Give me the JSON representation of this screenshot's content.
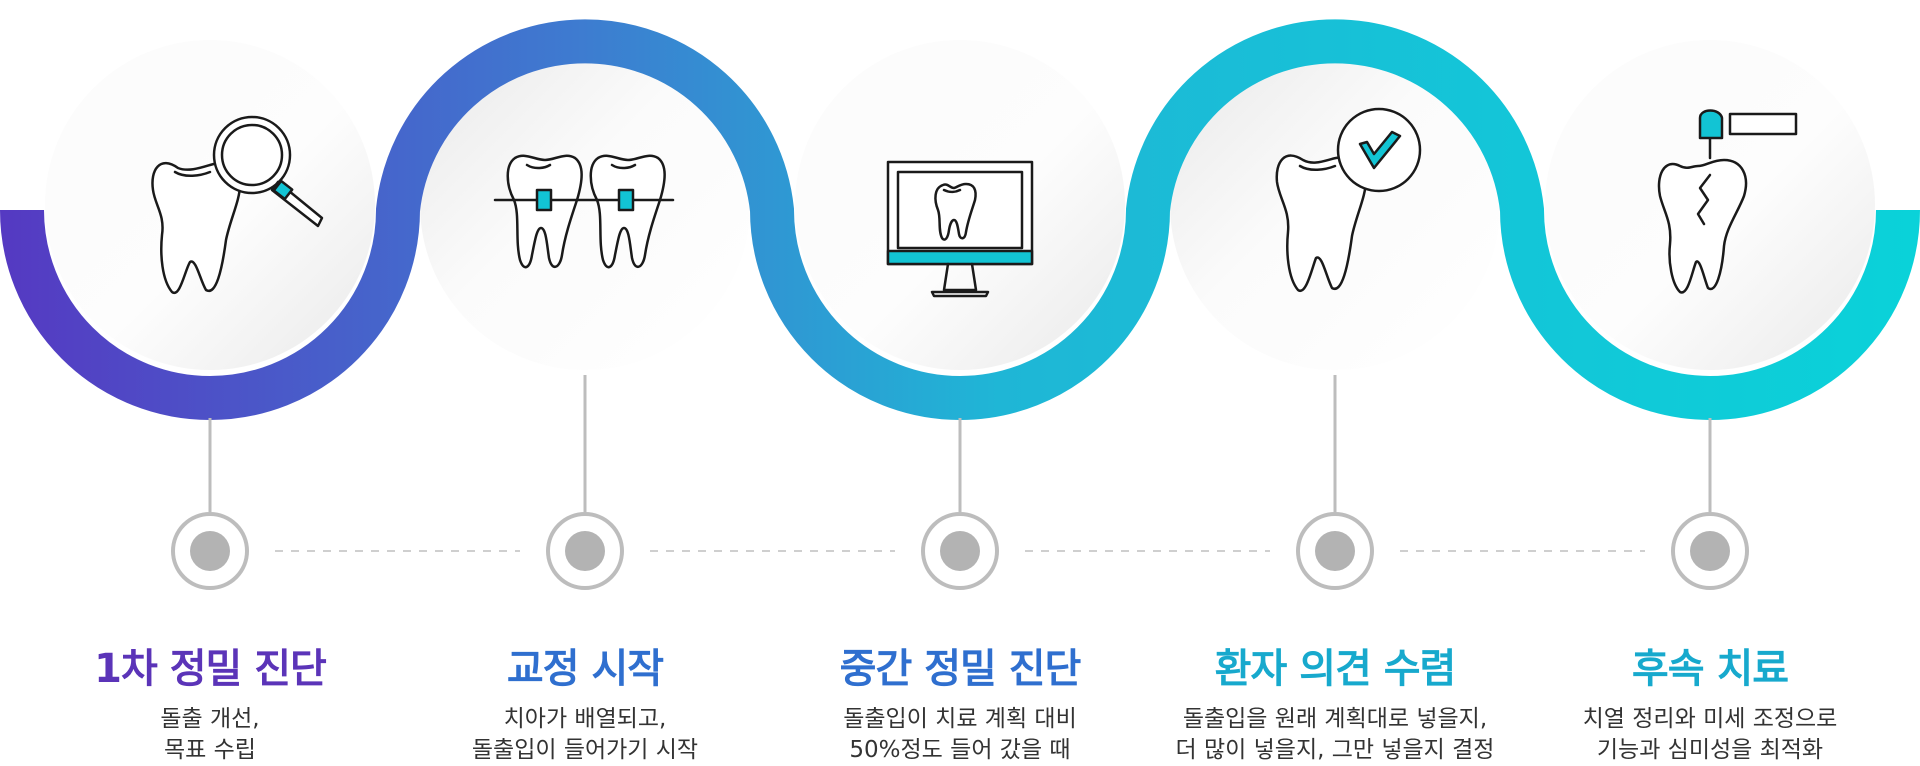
{
  "colors": {
    "gradient_start": "#5539c2",
    "gradient_mid1": "#3e7bd0",
    "gradient_mid2": "#1fb6d6",
    "gradient_end": "#0ad2d9",
    "title_purple": "#5b34b8",
    "title_blue": "#2f6fcf",
    "title_teal": "#17a9cd",
    "accent_teal": "#12c4d4",
    "connector_gray": "#bdbdbd",
    "node_dot": "#b3b3b3"
  },
  "steps": [
    {
      "icon": "tooth-magnifier-icon",
      "title": "1차 정밀 진단",
      "desc_lines": [
        "돌출 개선,",
        "목표 수립"
      ]
    },
    {
      "icon": "teeth-braces-icon",
      "title": "교정 시작",
      "desc_lines": [
        "치아가 배열되고,",
        "돌출입이 들어가기 시작"
      ]
    },
    {
      "icon": "monitor-tooth-icon",
      "title": "중간 정밀 진단",
      "desc_lines": [
        "돌출입이 치료 계획 대비",
        "50%정도 들어 갔을 때"
      ]
    },
    {
      "icon": "tooth-check-icon",
      "title": "환자 의견 수렴",
      "desc_lines": [
        "돌출입을 원래 계획대로 넣을지,",
        "더 많이 넣을지, 그만 넣을지 결정"
      ]
    },
    {
      "icon": "tooth-polish-icon",
      "title": "후속 치료",
      "desc_lines": [
        "치열 정리와 미세 조정으로",
        "기능과 심미성을 최적화"
      ]
    }
  ]
}
